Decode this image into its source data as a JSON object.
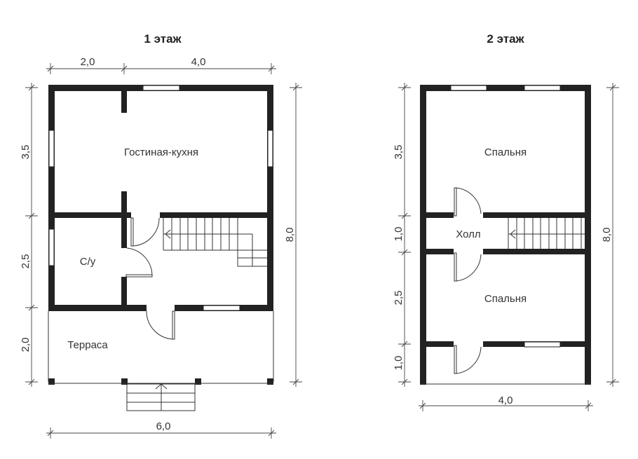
{
  "floor1": {
    "title": "1 этаж",
    "rooms": {
      "living_kitchen": "Гостиная-кухня",
      "bathroom": "С/у",
      "terrace": "Терраса"
    },
    "dimensions": {
      "top": [
        "2,0",
        "4,0"
      ],
      "left": [
        "3,5",
        "2,5",
        "2,0"
      ],
      "right": "8,0",
      "bottom": "6,0"
    }
  },
  "floor2": {
    "title": "2 этаж",
    "rooms": {
      "bedroom_top": "Спальня",
      "hall": "Холл",
      "bedroom_bottom": "Спальня"
    },
    "dimensions": {
      "left": [
        "3,5",
        "1,0",
        "2,5",
        "1,0"
      ],
      "right": "8,0",
      "bottom": "4,0"
    }
  },
  "colors": {
    "wall": "#222222",
    "line": "#333333",
    "background": "#ffffff"
  }
}
